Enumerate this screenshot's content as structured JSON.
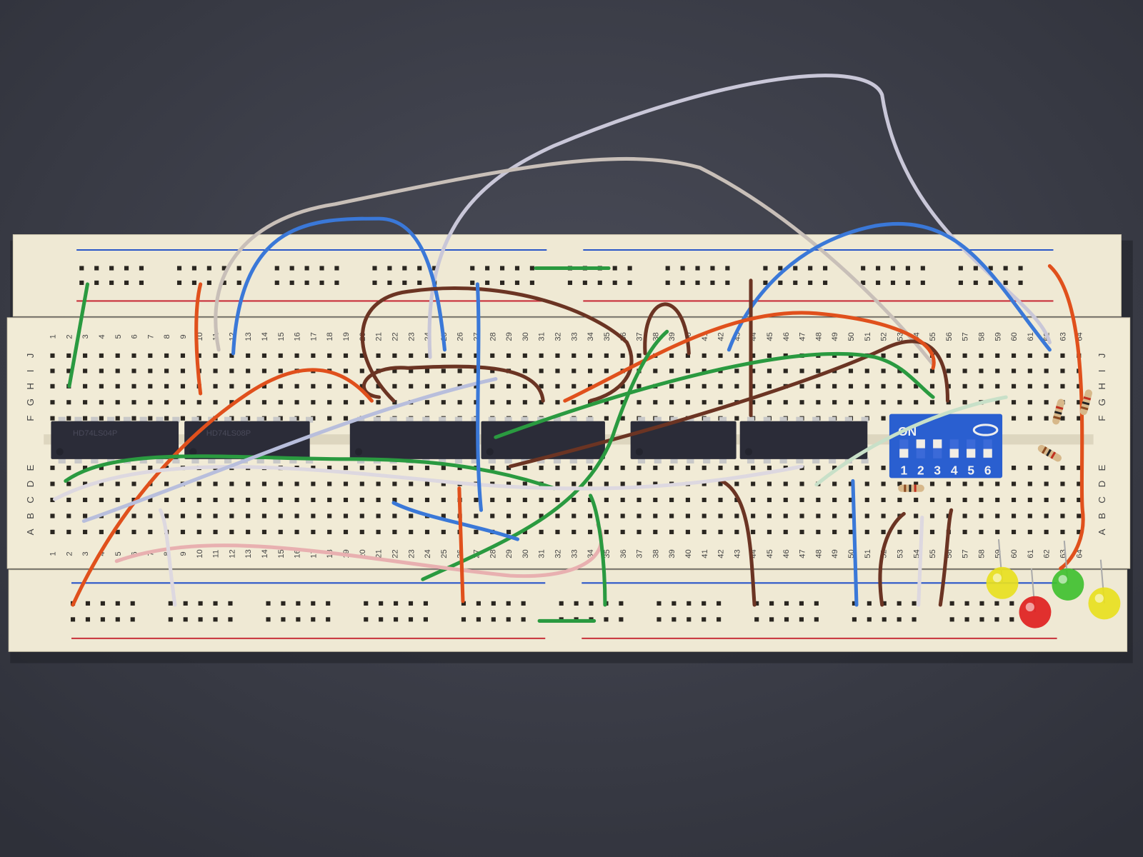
{
  "breadboard": {
    "column_numbers": [
      "1",
      "2",
      "3",
      "4",
      "5",
      "6",
      "7",
      "8",
      "9",
      "10",
      "11",
      "12",
      "13",
      "14",
      "15",
      "16",
      "17",
      "18",
      "19",
      "20",
      "21",
      "22",
      "23",
      "24",
      "25",
      "26",
      "27",
      "28",
      "29",
      "30",
      "31",
      "32",
      "33",
      "34",
      "35",
      "36",
      "37",
      "38",
      "39",
      "40",
      "41",
      "42",
      "43",
      "44",
      "45",
      "46",
      "47",
      "48",
      "49",
      "50",
      "51",
      "52",
      "53",
      "54",
      "55",
      "56",
      "57",
      "58",
      "59",
      "60",
      "61",
      "62",
      "63",
      "64"
    ],
    "row_letters_top": [
      "J",
      "I",
      "H",
      "G",
      "F"
    ],
    "row_letters_bottom": [
      "E",
      "D",
      "C",
      "B",
      "A"
    ]
  },
  "chips": [
    {
      "label": "HD74LS04P"
    },
    {
      "label": "HD74LS08P"
    },
    {
      "label": ""
    },
    {
      "label": ""
    },
    {
      "label": ""
    },
    {
      "label": ""
    }
  ],
  "dip_switch": {
    "on_label": "ON",
    "labels": [
      "1",
      "2",
      "3",
      "4",
      "5",
      "6"
    ],
    "states_on": [
      false,
      true,
      true,
      false,
      false,
      false
    ]
  },
  "leds": [
    {
      "color": "#e8e020"
    },
    {
      "color": "#e02020"
    },
    {
      "color": "#40c030"
    },
    {
      "color": "#e8e020"
    }
  ],
  "colors": {
    "background": "#3b3d48",
    "board": "#efe9d4",
    "rail_blue": "#2a56c8",
    "rail_red": "#c8303a",
    "chip": "#2b2c38",
    "switch_body": "#2a5fd0"
  }
}
